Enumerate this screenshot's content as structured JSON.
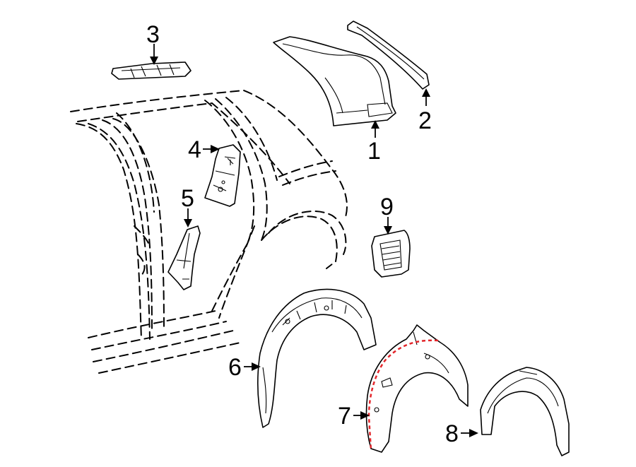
{
  "diagram": {
    "callouts": [
      {
        "id": "1",
        "label": "1"
      },
      {
        "id": "2",
        "label": "2"
      },
      {
        "id": "3",
        "label": "3"
      },
      {
        "id": "4",
        "label": "4"
      },
      {
        "id": "5",
        "label": "5"
      },
      {
        "id": "6",
        "label": "6"
      },
      {
        "id": "7",
        "label": "7"
      },
      {
        "id": "8",
        "label": "8"
      },
      {
        "id": "9",
        "label": "9"
      }
    ],
    "colors": {
      "line": "#000000",
      "background": "#ffffff",
      "highlight": "#e3262b"
    }
  }
}
